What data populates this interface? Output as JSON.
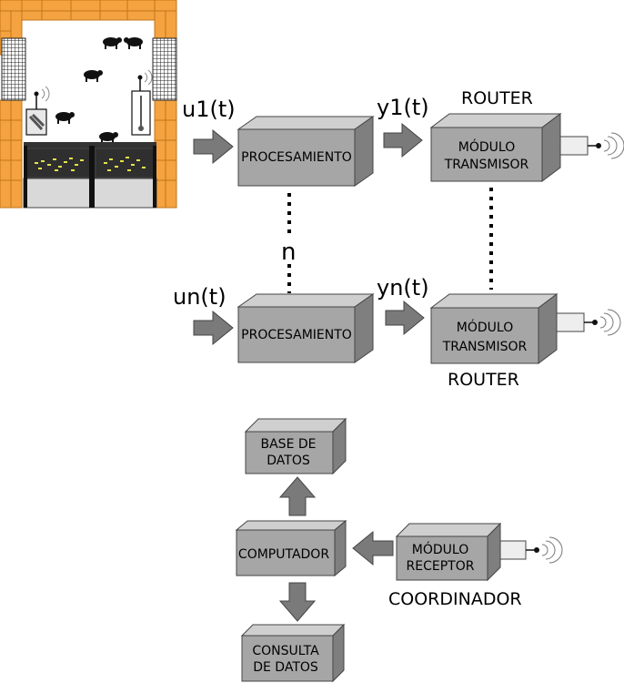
{
  "signals": {
    "u1": "u1(t)",
    "y1": "y1(t)",
    "un": "un(t)",
    "yn": "yn(t)",
    "n": "n"
  },
  "processing_top": "PROCESAMIENTO",
  "processing_bottom": "PROCESAMIENTO",
  "router_top": {
    "title": "ROUTER",
    "line1": "MÓDULO",
    "line2": "TRANSMISOR"
  },
  "router_bottom": {
    "title": "ROUTER",
    "line1": "MÓDULO",
    "line2": "TRANSMISOR"
  },
  "database": {
    "line1": "BASE DE",
    "line2": "DATOS"
  },
  "computer": "COMPUTADOR",
  "coordinator": {
    "title": "COORDINADOR",
    "line1": "MÓDULO",
    "line2": "RECEPTOR"
  },
  "query": {
    "line1": "CONSULTA",
    "line2": "DE DATOS"
  },
  "colors": {
    "box_front": "#a6a6a6",
    "box_top": "#cfcfcf",
    "box_side": "#7f7f7f",
    "arrow": "#7a7a7a",
    "brick": "#f4a340",
    "brick_edge": "#c27418"
  }
}
